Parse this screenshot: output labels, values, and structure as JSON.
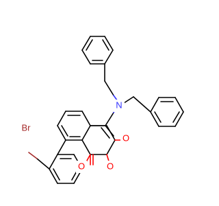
{
  "molecule": {
    "atoms": {
      "br": {
        "label": "Br",
        "color": "#a52a2a"
      },
      "n": {
        "label": "N",
        "color": "#3333ff"
      },
      "o_amide": {
        "label": "O",
        "color": "#ff0000"
      },
      "o_ring": {
        "label": "O",
        "color": "#ff0000"
      },
      "o_carbonyl": {
        "label": "O",
        "color": "#ff0000"
      }
    }
  }
}
